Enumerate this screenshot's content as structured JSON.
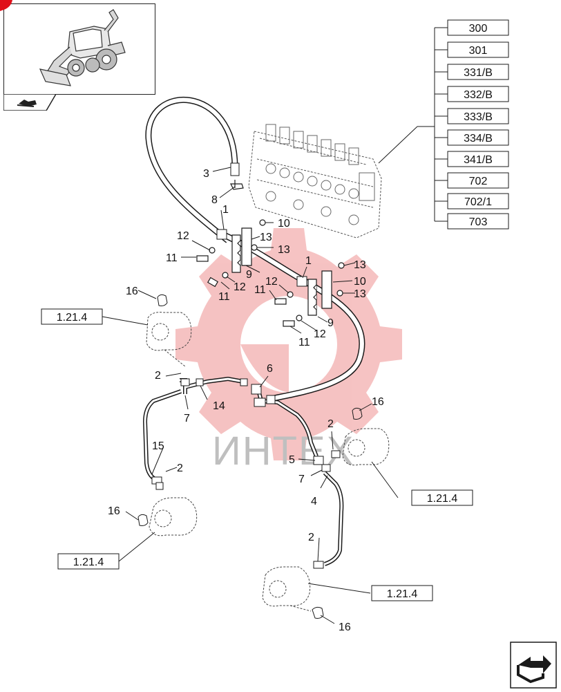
{
  "reference_list": [
    "300",
    "301",
    "331/B",
    "332/B",
    "333/B",
    "334/B",
    "341/B",
    "702",
    "702/1",
    "703"
  ],
  "cross_refs": [
    "1.21.4",
    "1.21.4",
    "1.21.4",
    "1.21.4"
  ],
  "callouts": {
    "p1a": "1",
    "p1b": "1",
    "p2a": "2",
    "p2b": "2",
    "p2c": "2",
    "p2d": "2",
    "p3": "3",
    "p4": "4",
    "p5": "5",
    "p6": "6",
    "p7a": "7",
    "p7b": "7",
    "p8": "8",
    "p9a": "9",
    "p9b": "9",
    "p10a": "10",
    "p10b": "10",
    "p11a": "11",
    "p11b": "11",
    "p11c": "11",
    "p11d": "11",
    "p12a": "12",
    "p12b": "12",
    "p12c": "12",
    "p12d": "12",
    "p13a": "13",
    "p13b": "13",
    "p13c": "13",
    "p13d": "13",
    "p14": "14",
    "p15": "15",
    "p16a": "16",
    "p16b": "16",
    "p16c": "16",
    "p16d": "16"
  },
  "watermark": "ИНТЕХ",
  "colors": {
    "line": "#1a1a1a",
    "watermark_gear": "#f4b8b8",
    "watermark_text": "#bfbfbf",
    "corner_mark": "#e0101a"
  },
  "icons": {
    "thumbnail": "backhoe-loader-thumbnail",
    "tab": "view-arrow-icon",
    "next": "next-page-icon"
  }
}
